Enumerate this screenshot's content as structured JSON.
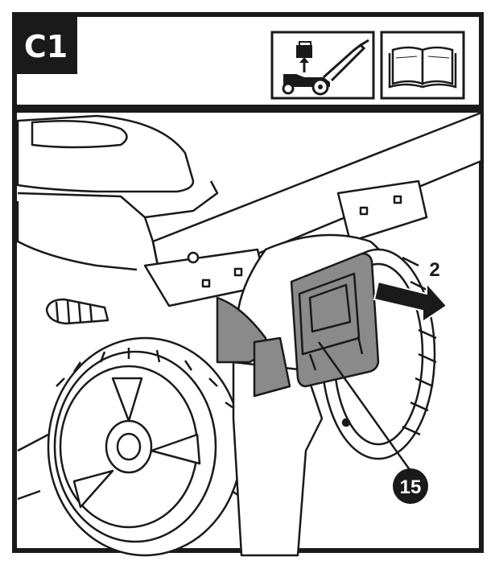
{
  "header": {
    "step_label": "C1",
    "icons": [
      {
        "name": "mower-remove-part-icon"
      },
      {
        "name": "manual-book-icon"
      }
    ]
  },
  "illustration": {
    "subject": "lawn-mower-rear",
    "arrow_label": "2",
    "callout_number": "15",
    "colors": {
      "line": "#1a1a1a",
      "fill_gray": "#8a8a8a",
      "frame": "#1a1a1a"
    }
  }
}
